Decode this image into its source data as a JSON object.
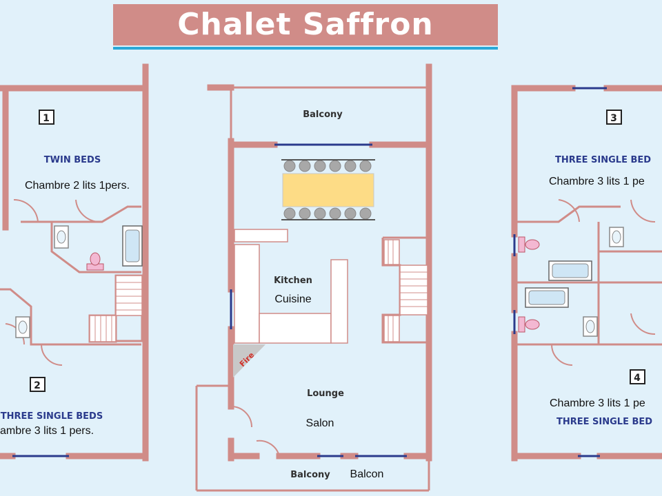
{
  "title": "Chalet Saffron",
  "rooms": {
    "room1": {
      "number": "1",
      "type": "TWIN BEDS",
      "fr": "Chambre 2 lits 1pers."
    },
    "room2": {
      "number": "2",
      "type": "THREE SINGLE BEDS",
      "fr": "ambre 3 lits 1 pers."
    },
    "room3": {
      "number": "3",
      "type": "THREE SINGLE BED",
      "fr": "Chambre 3 lits 1 pe"
    },
    "room4": {
      "number": "4",
      "type": "THREE SINGLE BED",
      "fr": "Chambre 3 lits 1 pe"
    },
    "balcony_top": "Balcony",
    "kitchen": {
      "en": "Kitchen",
      "fr": "Cuisine"
    },
    "lounge": {
      "en": "Lounge",
      "fr": "Salon"
    },
    "fire": "Fire",
    "balcony_bottom": {
      "en": "Balcony",
      "fr": "Balcon"
    }
  },
  "colors": {
    "wall": "#d08c88",
    "window": "#2a3a8c",
    "background": "#e1f1fa",
    "table": "#fddc86",
    "chairs": "#a8a8a8"
  }
}
